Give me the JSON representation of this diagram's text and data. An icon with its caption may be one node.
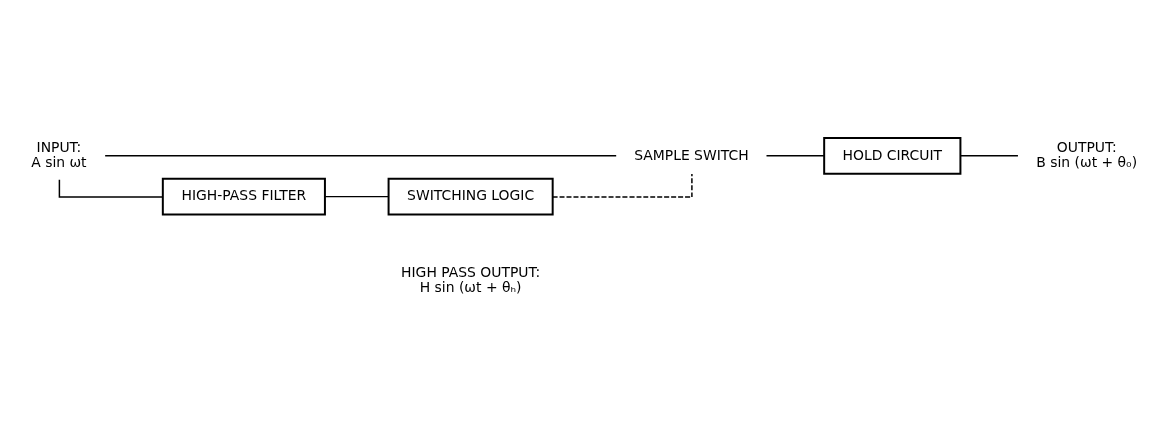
{
  "diagram": {
    "nodes": [
      {
        "text": [
          "INPUT:",
          "A sin ωt"
        ]
      },
      {
        "text": [
          "SAMPLE SWITCH"
        ]
      },
      {
        "text": [
          "HOLD CIRCUIT"
        ]
      },
      {
        "text": [
          "OUTPUT:",
          "B sin (ωt + θ₀)"
        ]
      },
      {
        "text": [
          "SWITCHING LOGIC"
        ]
      },
      {
        "text": [
          "HIGH-PASS FILTER"
        ]
      }
    ],
    "edges": [
      {
        "from": 0,
        "to": 1,
        "arrow": "none"
      },
      {
        "from": 1,
        "to": 2,
        "arrow": "none"
      },
      {
        "from": 2,
        "to": 3,
        "arrow": "none"
      },
      {
        "from": 0,
        "to": 5,
        "arrow": "none"
      },
      {
        "from": 5,
        "to": 4,
        "arrow": "none"
      },
      {
        "from": 4,
        "to": 1,
        "arrow": "none",
        "style": "dashed"
      }
    ],
    "labels": [
      "HIGH PASS OUTPUT:",
      "H sin (ωt + θₕ)"
    ]
  }
}
